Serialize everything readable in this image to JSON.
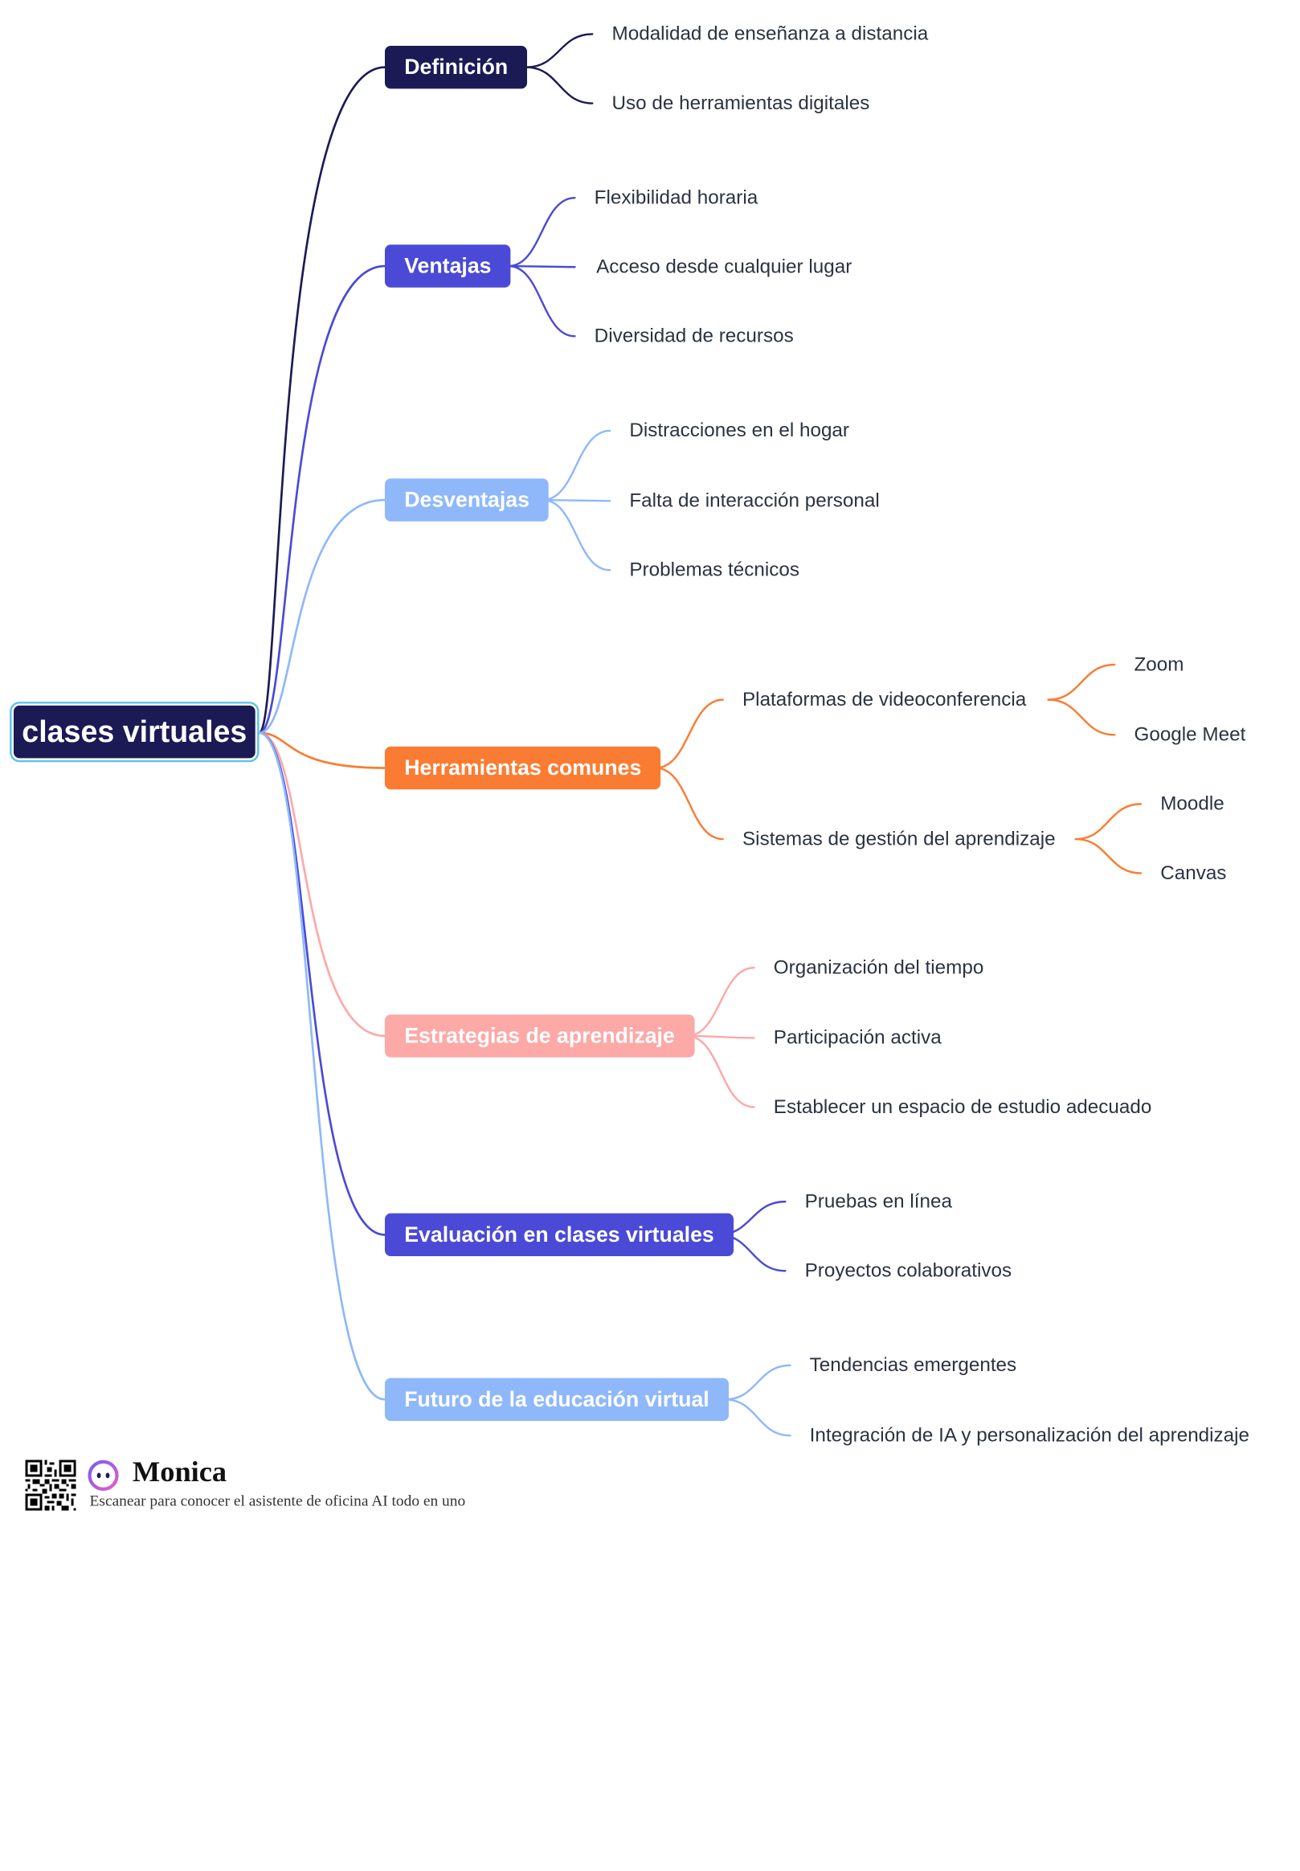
{
  "root": {
    "label": "clases virtuales"
  },
  "colors": {
    "navy": "#1c1a55",
    "indigo": "#4b4ad6",
    "light_blue": "#8fb8fb",
    "orange": "#fa7c33",
    "pink": "#fca9a8"
  },
  "branches": [
    {
      "label": "Definición",
      "color": "#1c1a55",
      "children": [
        {
          "label": "Modalidad de enseñanza a distancia"
        },
        {
          "label": "Uso de herramientas digitales"
        }
      ]
    },
    {
      "label": "Ventajas",
      "color": "#4b4ad6",
      "children": [
        {
          "label": "Flexibilidad horaria"
        },
        {
          "label": "Acceso desde cualquier lugar"
        },
        {
          "label": "Diversidad de recursos"
        }
      ]
    },
    {
      "label": "Desventajas",
      "color": "#8fb8fb",
      "children": [
        {
          "label": "Distracciones en el hogar"
        },
        {
          "label": "Falta de interacción personal"
        },
        {
          "label": "Problemas técnicos"
        }
      ]
    },
    {
      "label": "Herramientas comunes",
      "color": "#fa7c33",
      "children": [
        {
          "label": "Plataformas de videoconferencia",
          "children": [
            {
              "label": "Zoom"
            },
            {
              "label": "Google Meet"
            }
          ]
        },
        {
          "label": "Sistemas de gestión del aprendizaje",
          "children": [
            {
              "label": "Moodle"
            },
            {
              "label": "Canvas"
            }
          ]
        }
      ]
    },
    {
      "label": "Estrategias de aprendizaje",
      "color": "#fca9a8",
      "children": [
        {
          "label": "Organización del tiempo"
        },
        {
          "label": "Participación activa"
        },
        {
          "label": "Establecer un espacio de estudio adecuado"
        }
      ]
    },
    {
      "label": "Evaluación en clases virtuales",
      "color": "#4b4ad6",
      "children": [
        {
          "label": "Pruebas en línea"
        },
        {
          "label": "Proyectos colaborativos"
        }
      ]
    },
    {
      "label": "Futuro de la educación virtual",
      "color": "#8fb8fb",
      "children": [
        {
          "label": "Tendencias emergentes"
        },
        {
          "label": "Integración de IA y personalización del aprendizaje"
        }
      ]
    }
  ],
  "footer": {
    "brand": "Monica",
    "tagline": "Escanear para conocer el asistente de oficina AI todo en uno",
    "qr_icon": "qr-code-icon",
    "logo_icon": "monica-logo-icon"
  }
}
